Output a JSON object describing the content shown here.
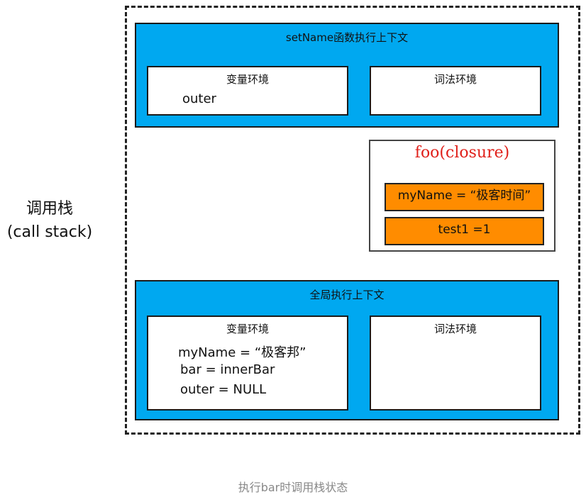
{
  "stack_label": {
    "line1": "调用栈",
    "line2": "(call stack)"
  },
  "set_name_context": {
    "title": "setName函数执行上下文",
    "variable_env": {
      "title": "变量环境",
      "vars": [
        "outer"
      ]
    },
    "lexical_env": {
      "title": "词法环境"
    }
  },
  "closure": {
    "title": "foo(closure)",
    "vars": [
      "myName = “极客时间”",
      "test1 =1"
    ]
  },
  "global_context": {
    "title": "全局执行上下文",
    "variable_env": {
      "title": "变量环境",
      "vars": [
        "myName = “极客邦”",
        "bar =  innerBar",
        "outer = NULL"
      ]
    },
    "lexical_env": {
      "title": "词法环境"
    }
  },
  "caption": "执行bar时调用栈状态",
  "colors": {
    "context_fill": "#00a8f0",
    "closure_var_fill": "#ff8c00",
    "closure_title": "#e0201a"
  }
}
